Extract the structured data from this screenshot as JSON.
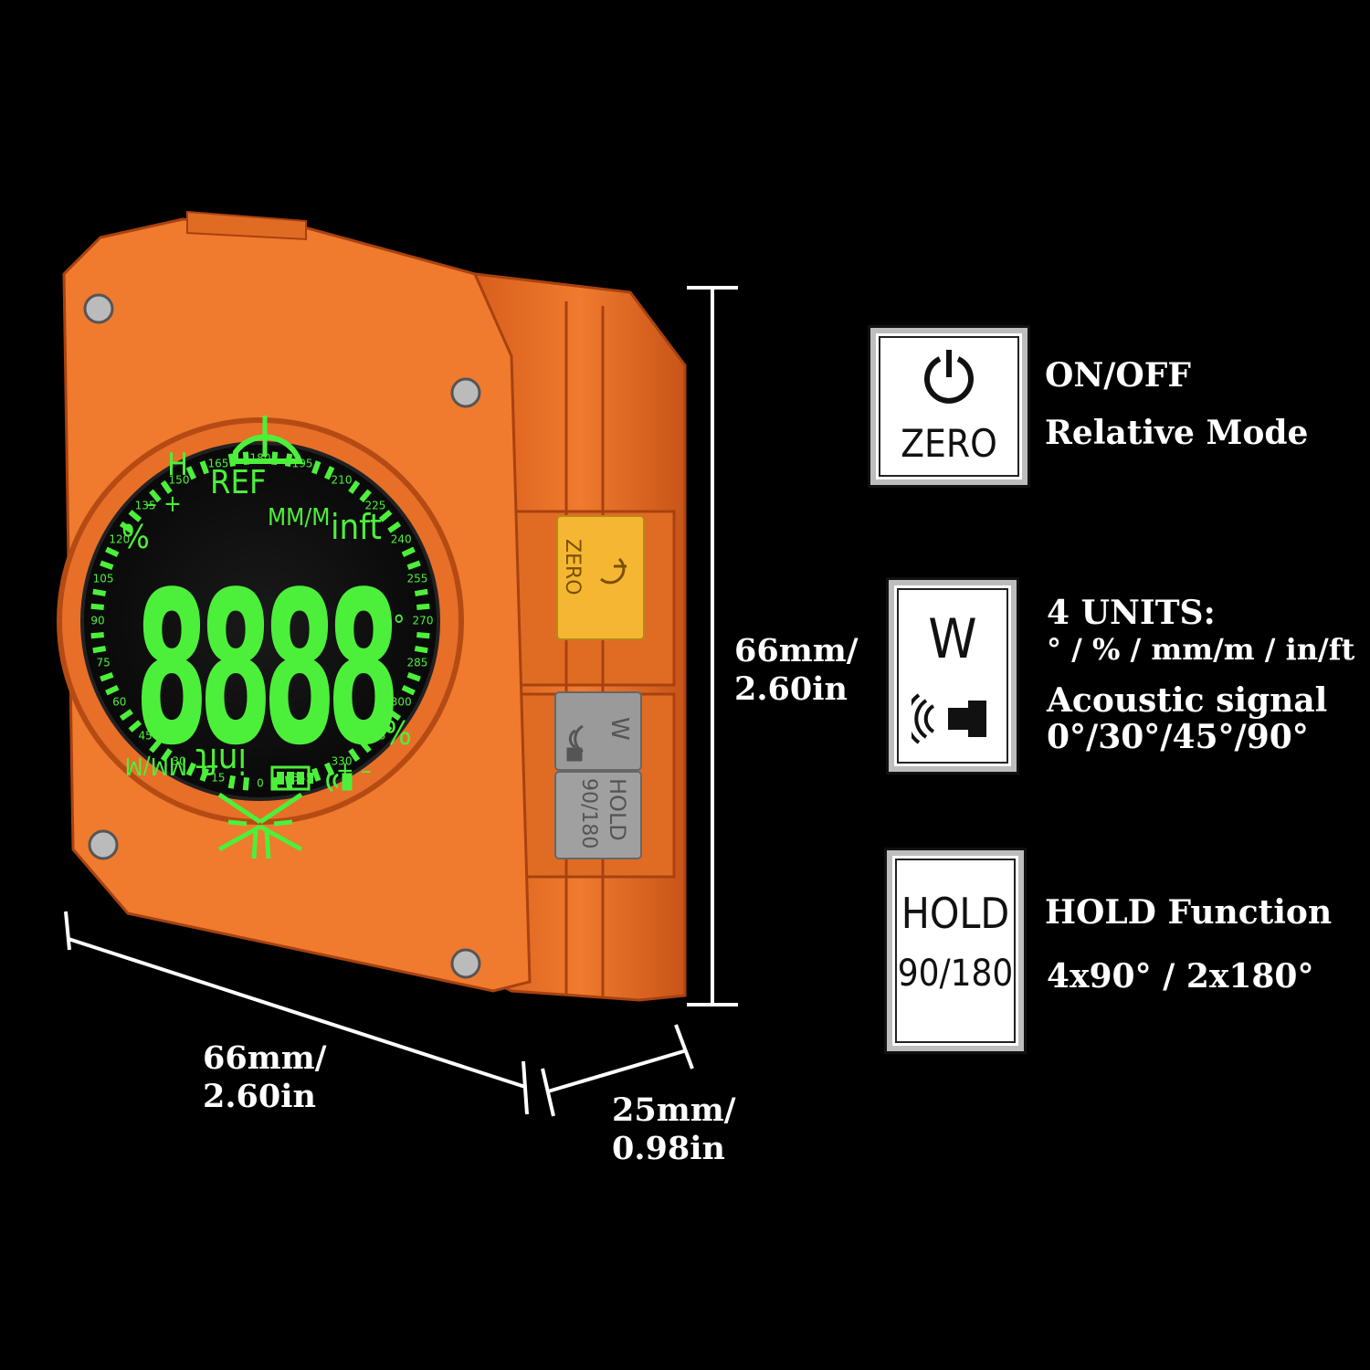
{
  "device": {
    "display": {
      "digits": "8888",
      "left_label_h": "H",
      "label_ref": "REF",
      "label_mmm_top": "MM/M",
      "label_inft_top": "inft",
      "label_mmm_bottom": "MM/M",
      "label_inft_bottom": "inft",
      "sign_top": "– +",
      "sign_bottom": "+ –",
      "percent_left": "%",
      "percent_right": "%",
      "degree": "°",
      "scale": [
        "0",
        "15",
        "30",
        "45",
        "60",
        "75",
        "90",
        "105",
        "120",
        "135",
        "150",
        "165",
        "180",
        "195",
        "210",
        "225",
        "240",
        "255",
        "270",
        "285",
        "300",
        "315",
        "330",
        "345"
      ]
    },
    "side_buttons": {
      "zero_label": "ZERO",
      "w_label": "W",
      "hold_label": "HOLD",
      "hold_sub": "90/180"
    },
    "colors": {
      "body": "#f07a2e",
      "lcd_green": "#4cf03a",
      "zero_button": "#f5b731",
      "gray_button": "#9a9a9a"
    }
  },
  "dimensions": {
    "height": {
      "mm": "66mm/",
      "in": "2.60in"
    },
    "width": {
      "mm": "66mm/",
      "in": "2.60in"
    },
    "depth": {
      "mm": "25mm/",
      "in": "0.98in"
    }
  },
  "features": [
    {
      "icon": "power-zero-icon",
      "icon_text": "ZERO",
      "line1": "ON/OFF",
      "line2": "Relative Mode"
    },
    {
      "icon": "w-acoustic-icon",
      "icon_text": "W",
      "line1": "4 UNITS:",
      "line2": "° / % / mm/m / in/ft",
      "line3": "Acoustic signal",
      "line4": "0°/30°/45°/90°"
    },
    {
      "icon": "hold-icon",
      "icon_text": "HOLD",
      "icon_sub": "90/180",
      "line1": "HOLD Function",
      "line2": "4x90° / 2x180°"
    }
  ]
}
